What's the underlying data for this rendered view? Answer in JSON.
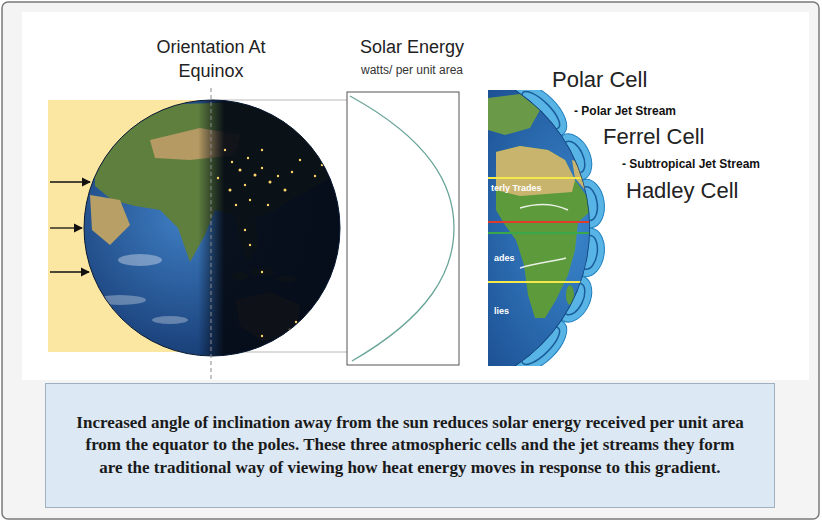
{
  "diagram": {
    "caption": "Increased angle of inclination away from the sun reduces solar energy received per unit area from the equator to the poles. These three atmospheric cells and the jet streams they form are the traditional way of viewing how heat energy moves in response to this gradient.",
    "labels": [
      "Orientation At Equinox",
      "Solar Energy",
      "watts/ per unit area",
      "Polar Cell",
      "- Polar Jet Stream",
      "Ferrel Cell",
      "- Subtropical Jet Stream",
      "Hadley Cell",
      "terly Trades",
      "ades",
      "lies"
    ]
  }
}
